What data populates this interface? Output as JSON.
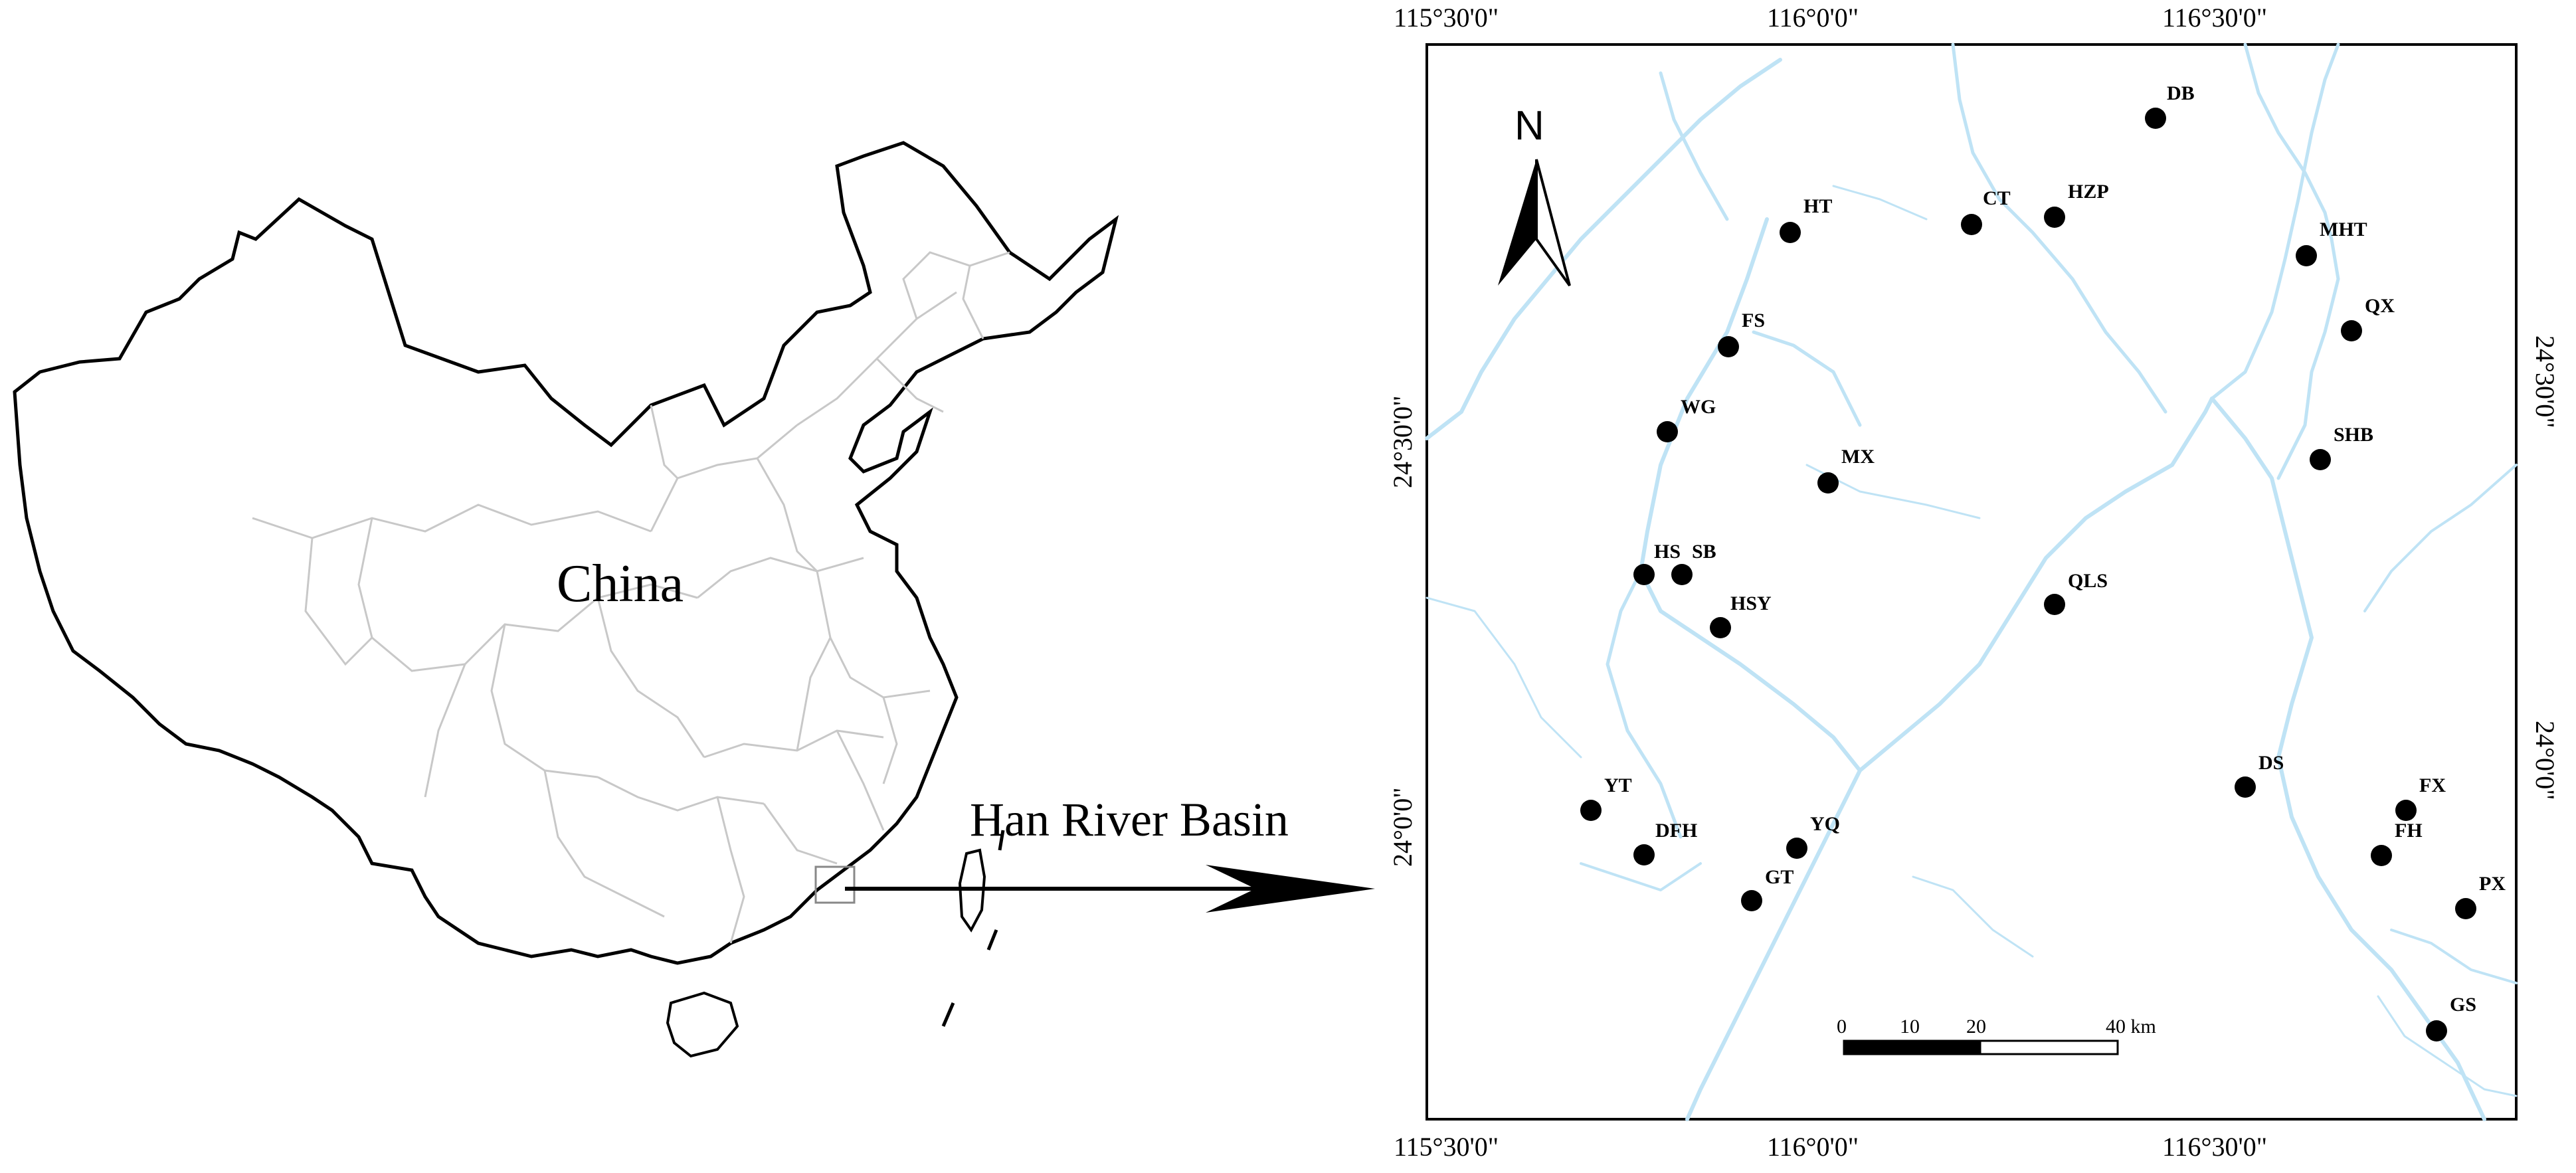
{
  "china_map": {
    "country_label": "China",
    "arrow_label": "Han River Basin"
  },
  "basin_map": {
    "north_label": "N",
    "lon_ticks": [
      "115°30'0\"",
      "116°0'0\"",
      "116°30'0\""
    ],
    "lat_ticks": [
      "24°30'0\"",
      "24°0'0\""
    ],
    "scale_bar": {
      "labels": [
        "0",
        "10",
        "20",
        "40 km"
      ]
    },
    "stations": [
      {
        "name": "DB"
      },
      {
        "name": "CT"
      },
      {
        "name": "HZP"
      },
      {
        "name": "HT"
      },
      {
        "name": "MHT"
      },
      {
        "name": "QX"
      },
      {
        "name": "FS"
      },
      {
        "name": "WG"
      },
      {
        "name": "SHB"
      },
      {
        "name": "MX"
      },
      {
        "name": "HS"
      },
      {
        "name": "SB"
      },
      {
        "name": "HSY"
      },
      {
        "name": "QLS"
      },
      {
        "name": "DS"
      },
      {
        "name": "FX"
      },
      {
        "name": "YT"
      },
      {
        "name": "FH"
      },
      {
        "name": "DFH"
      },
      {
        "name": "YQ"
      },
      {
        "name": "GT"
      },
      {
        "name": "PX"
      },
      {
        "name": "GS"
      }
    ],
    "colors": {
      "river": "#bfe3f5",
      "station": "#000000"
    }
  }
}
